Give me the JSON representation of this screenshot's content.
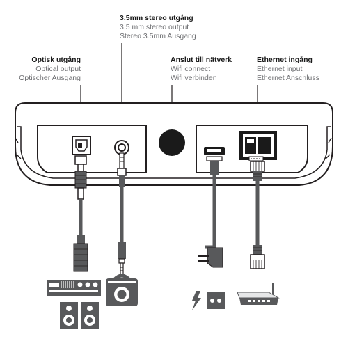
{
  "labels": {
    "stereo_output": {
      "heading": "3.5mm stereo utgång",
      "line1": "3.5 mm stereo output",
      "line2": "Stereo 3.5mm Ausgang"
    },
    "optical_output": {
      "heading": "Optisk utgång",
      "line1": "Optical output",
      "line2": "Optischer Ausgang"
    },
    "network_connect": {
      "heading": "Anslut till nätverk",
      "line1": "Wifi connect",
      "line2": "Wifi verbinden"
    },
    "ethernet_input": {
      "heading": "Ethernet ingång",
      "line1": "Ethernet input",
      "line2": "Ethernet Anschluss"
    }
  },
  "icons": {
    "optical_device": "stereo-receiver-icon",
    "optical_speakers": "speaker-pair-icon",
    "stereo_device": "portable-speaker-icon",
    "power_device": "power-outlet-icon",
    "ethernet_device": "router-icon"
  },
  "colors": {
    "outline": "#231f20",
    "cable": "#58595b",
    "panel": "#1a1a1a",
    "caption": "#6d6e71"
  }
}
